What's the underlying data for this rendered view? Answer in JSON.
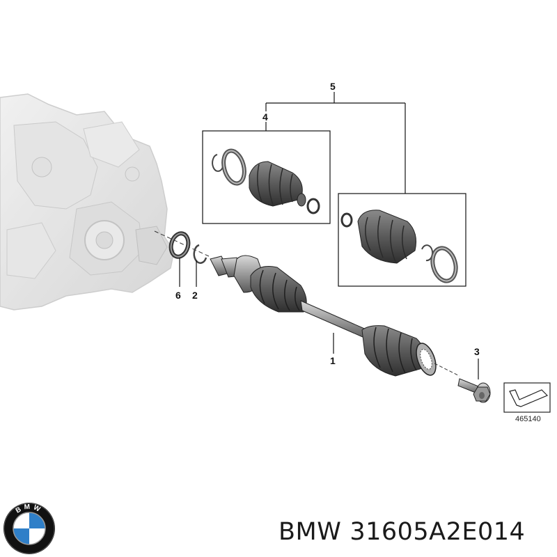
{
  "diagram": {
    "callouts": {
      "shaft": "1",
      "circlip": "2",
      "bolt": "3",
      "inner_boot_kit": "4",
      "boot_kit_group": "5",
      "seal": "6"
    },
    "reference_number": "465140"
  },
  "product": {
    "brand": "BMW",
    "part_number": "31605A2E014"
  },
  "logo": {
    "text": "BMW",
    "colors": {
      "blue": "#2f7fc8",
      "white": "#ffffff",
      "ring": "#111111"
    }
  }
}
